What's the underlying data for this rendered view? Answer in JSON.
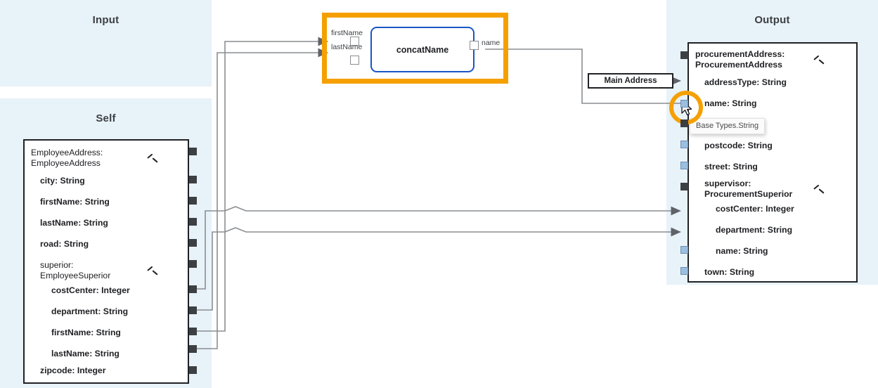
{
  "panels": {
    "input": {
      "title": "Input"
    },
    "self": {
      "title": "Self"
    },
    "output": {
      "title": "Output"
    }
  },
  "self_structure": {
    "rows": [
      {
        "label": "EmployeeAddress:\nEmployeeAddress",
        "level": 0,
        "head": true,
        "chevron": true,
        "port": "dark"
      },
      {
        "label": "city: String",
        "level": 1,
        "head": false,
        "chevron": false,
        "port": "dark"
      },
      {
        "label": "firstName: String",
        "level": 1,
        "head": false,
        "chevron": false,
        "port": "dark"
      },
      {
        "label": "lastName: String",
        "level": 1,
        "head": false,
        "chevron": false,
        "port": "dark"
      },
      {
        "label": "road: String",
        "level": 1,
        "head": false,
        "chevron": false,
        "port": "dark"
      },
      {
        "label": "superior:\nEmployeeSuperior",
        "level": 1,
        "head": true,
        "chevron": true,
        "port": "dark"
      },
      {
        "label": "costCenter: Integer",
        "level": 2,
        "head": false,
        "chevron": false,
        "port": "dark"
      },
      {
        "label": "department: String",
        "level": 2,
        "head": false,
        "chevron": false,
        "port": "dark"
      },
      {
        "label": "firstName: String",
        "level": 2,
        "head": false,
        "chevron": false,
        "port": "dark"
      },
      {
        "label": "lastName: String",
        "level": 2,
        "head": false,
        "chevron": false,
        "port": "dark"
      },
      {
        "label": "zipcode: Integer",
        "level": 1,
        "head": false,
        "chevron": false,
        "port": "dark"
      }
    ]
  },
  "output_structure": {
    "rows": [
      {
        "label": "procurementAddress:\nProcurementAddress",
        "level": 0,
        "head": true,
        "chevron": true,
        "port": "dark"
      },
      {
        "label": "addressType: String",
        "level": 1,
        "head": false,
        "chevron": false,
        "port": "none"
      },
      {
        "label": "name: String",
        "level": 1,
        "head": false,
        "chevron": false,
        "port": "light",
        "highlighted": true
      },
      {
        "label": "",
        "level": 1,
        "head": false,
        "chevron": false,
        "port": "dark"
      },
      {
        "label": "postcode: String",
        "level": 1,
        "head": false,
        "chevron": false,
        "port": "light"
      },
      {
        "label": "street: String",
        "level": 1,
        "head": false,
        "chevron": false,
        "port": "light"
      },
      {
        "label": "supervisor:\nProcurementSuperior",
        "level": 1,
        "head": true,
        "chevron": true,
        "port": "dark"
      },
      {
        "label": "costCenter: Integer",
        "level": 2,
        "head": false,
        "chevron": false,
        "port": "none"
      },
      {
        "label": "department: String",
        "level": 2,
        "head": false,
        "chevron": false,
        "port": "none"
      },
      {
        "label": "name: String",
        "level": 2,
        "head": false,
        "chevron": false,
        "port": "light"
      },
      {
        "label": "town: String",
        "level": 1,
        "head": false,
        "chevron": false,
        "port": "light"
      }
    ]
  },
  "function_node": {
    "name": "concatName",
    "inputs": [
      {
        "label": "firstName"
      },
      {
        "label": "lastName"
      }
    ],
    "outputs": [
      {
        "label": "name"
      }
    ],
    "selected": true,
    "highlight_color": "#f5a000",
    "border_color": "#1a56c4"
  },
  "constant_node": {
    "value": "Main Address"
  },
  "tooltip": {
    "text": "Base Types.String"
  },
  "accent": {
    "highlight": "#f5a000",
    "panel_bg": "#e8f2f9",
    "port_dark": "#3d4043",
    "port_light": "#9bbfe0",
    "wire": "#8a8d91"
  }
}
